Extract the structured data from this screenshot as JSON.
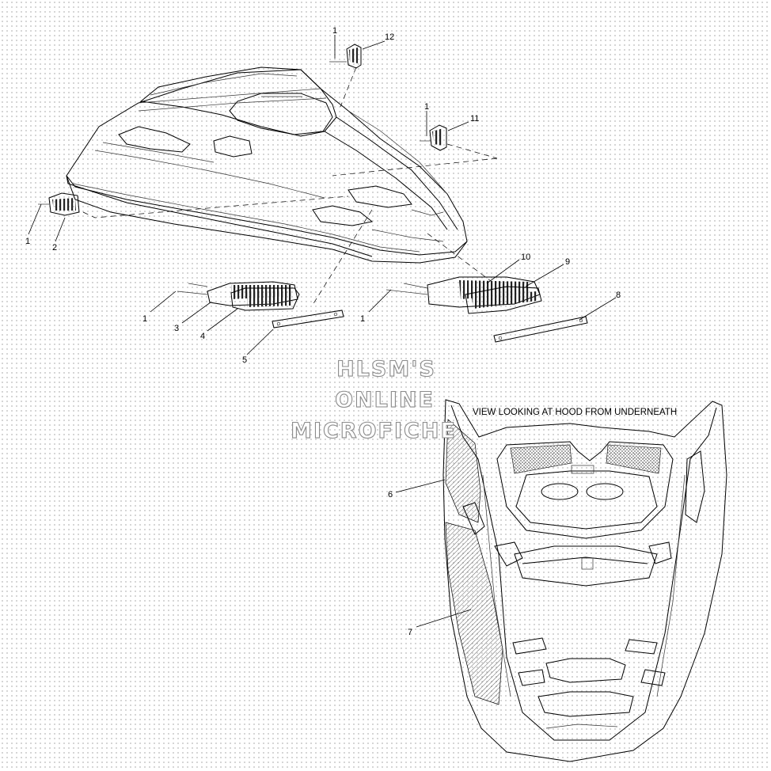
{
  "watermark": {
    "line1": "HLSM'S",
    "line2": "ONLINE",
    "line3": "MICROFICHE"
  },
  "view_caption": "VIEW LOOKING AT HOOD FROM UNDERNEATH",
  "callouts": {
    "c1a": "1",
    "c12": "12",
    "c1b": "1",
    "c11": "11",
    "c1c": "1",
    "c2": "2",
    "c10": "10",
    "c9": "9",
    "c1d": "1",
    "c3": "3",
    "c4": "4",
    "c5": "5",
    "c1e": "1",
    "c8": "8",
    "c6": "6",
    "c7": "7"
  }
}
